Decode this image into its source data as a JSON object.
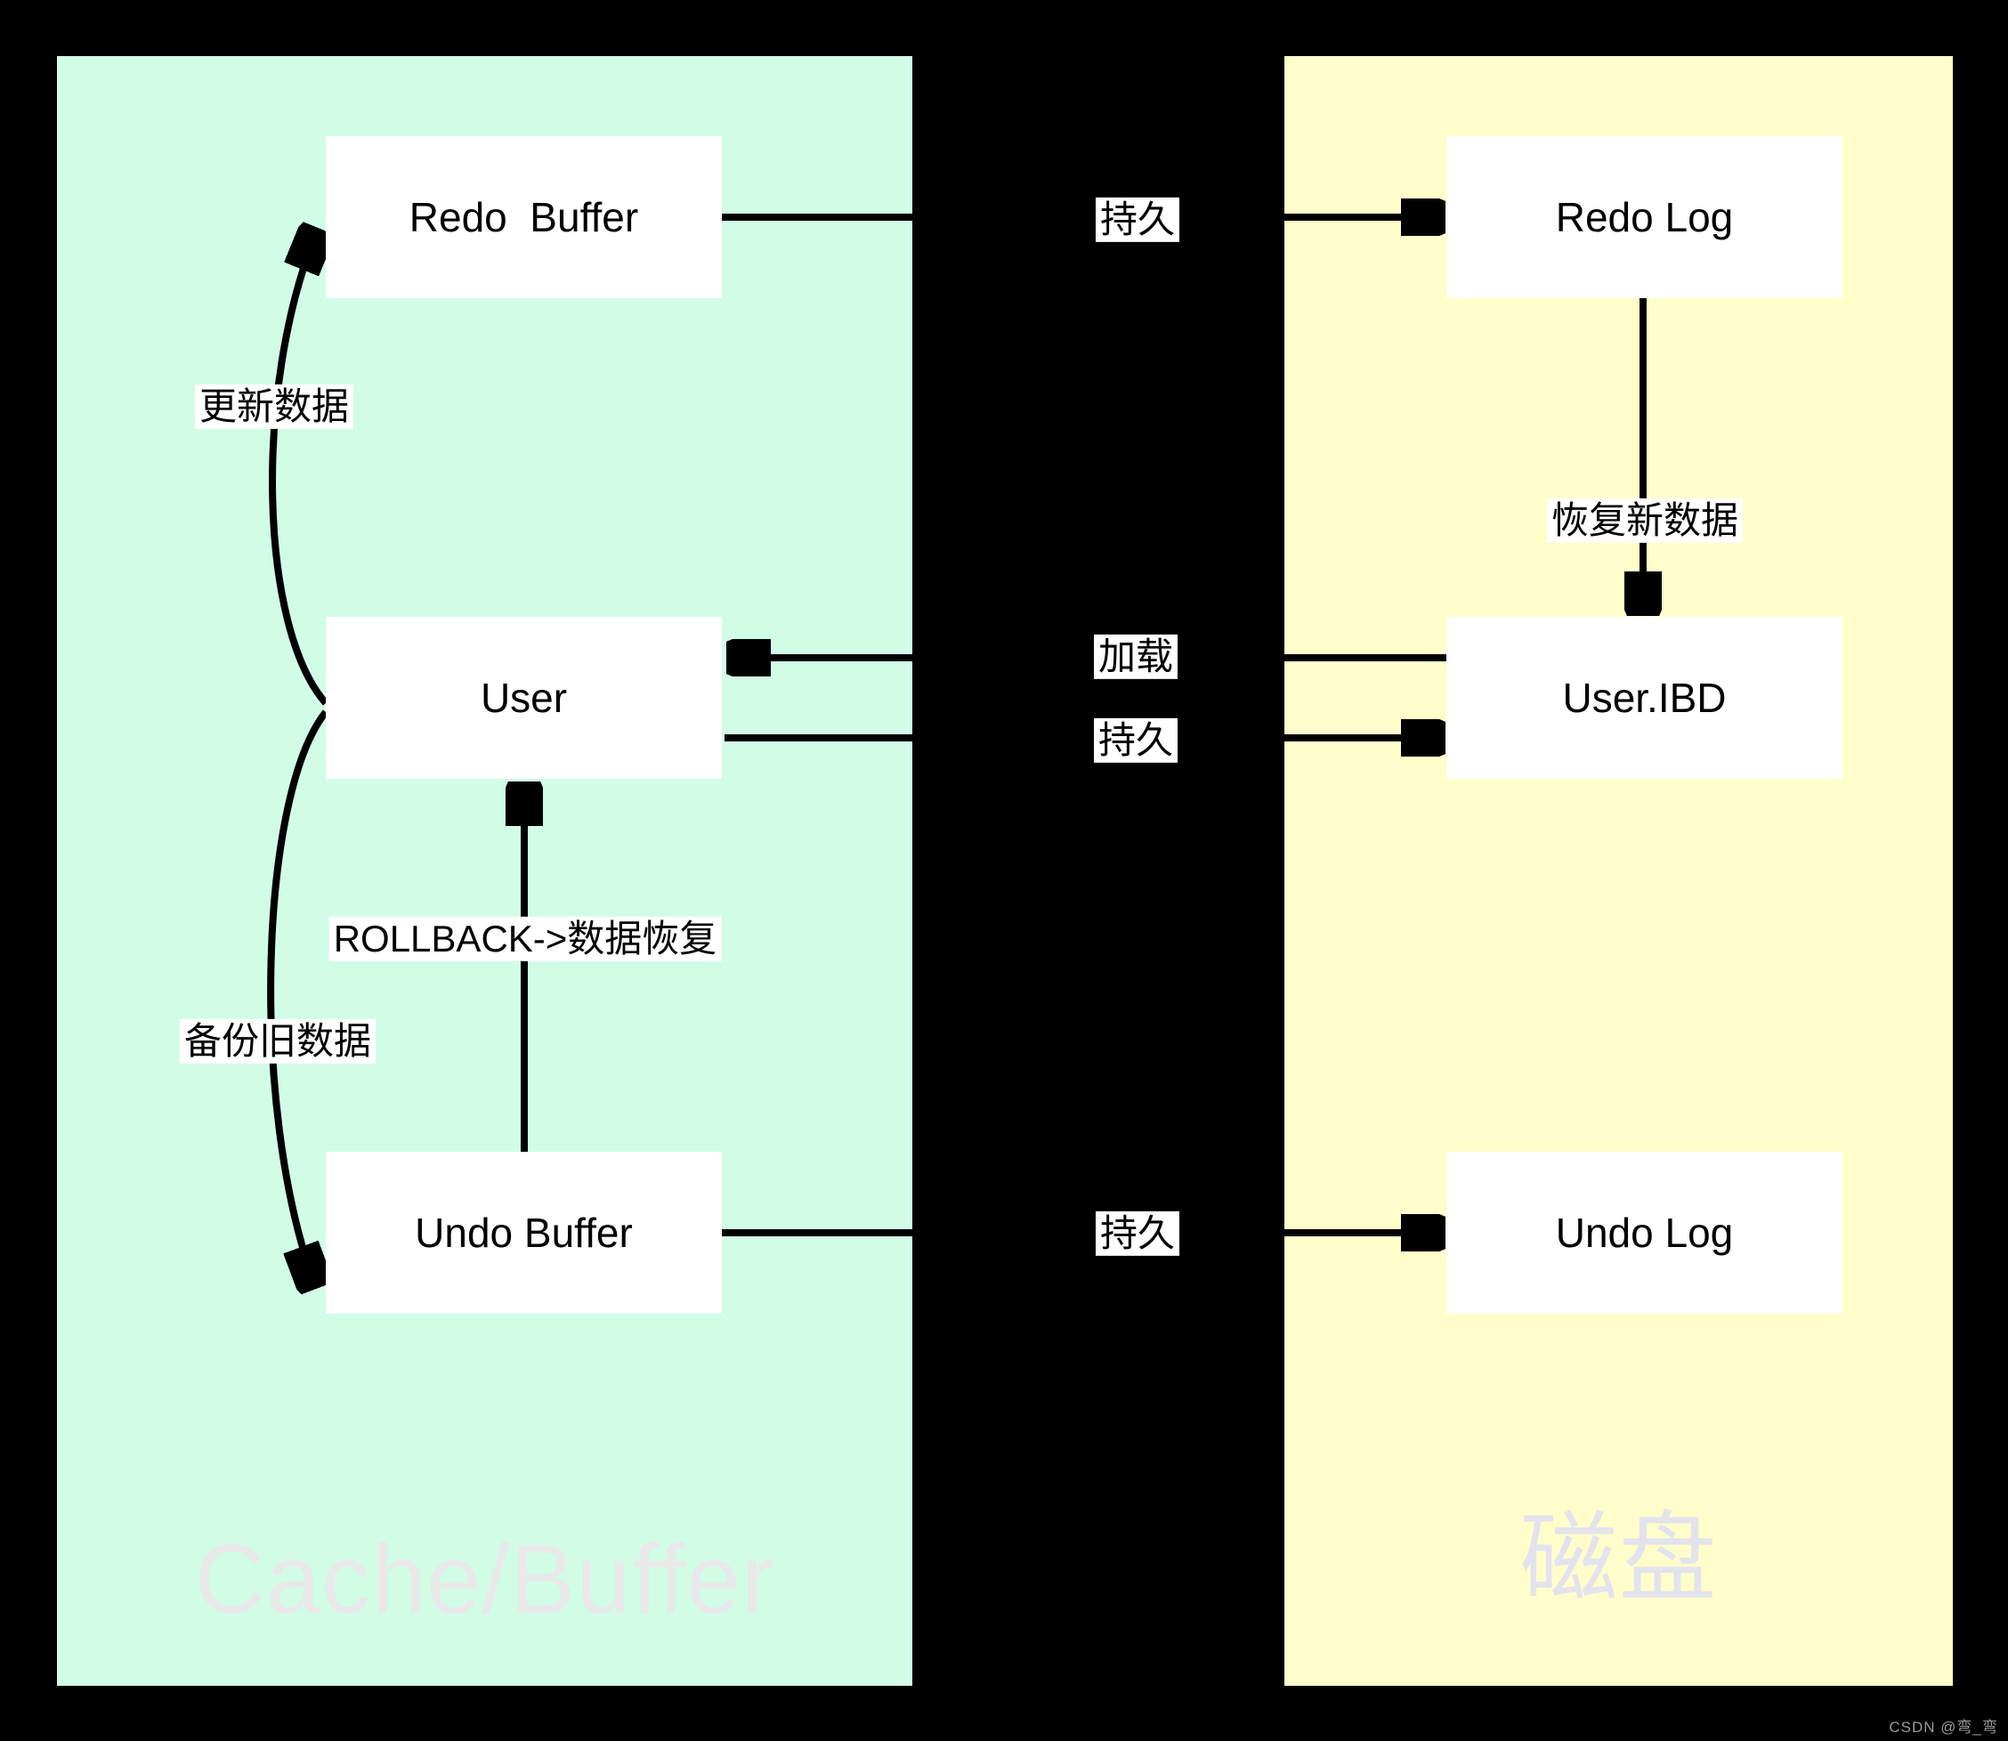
{
  "panels": {
    "cache": {
      "watermark": "Cache/Buffer"
    },
    "disk": {
      "watermark": "磁盘"
    }
  },
  "nodes": {
    "redo_buffer": {
      "label": "Redo  Buffer"
    },
    "user": {
      "label": "User"
    },
    "undo_buffer": {
      "label": "Undo Buffer"
    },
    "redo_log": {
      "label": "Redo Log"
    },
    "user_ibd": {
      "label": "User.IBD"
    },
    "undo_log": {
      "label": "Undo Log"
    }
  },
  "edge_labels": {
    "persist_top": "持久",
    "load": "加载",
    "persist_mid": "持久",
    "persist_bottom": "持久",
    "update_data": "更新数据",
    "backup_old_data": "备份旧数据",
    "rollback": "ROLLBACK->数据恢复",
    "restore_new_data": "恢复新数据"
  },
  "credit": "CSDN @弯_弯",
  "colors": {
    "background": "#000000",
    "cache_panel_bg": "#d1fde7",
    "disk_panel_bg": "#fffecb",
    "node_bg": "#ffffff",
    "line": "#000000",
    "cache_watermark": "#e9e9e9",
    "disk_watermark": "#e3e3ee",
    "credit": "#9b9b9b"
  }
}
